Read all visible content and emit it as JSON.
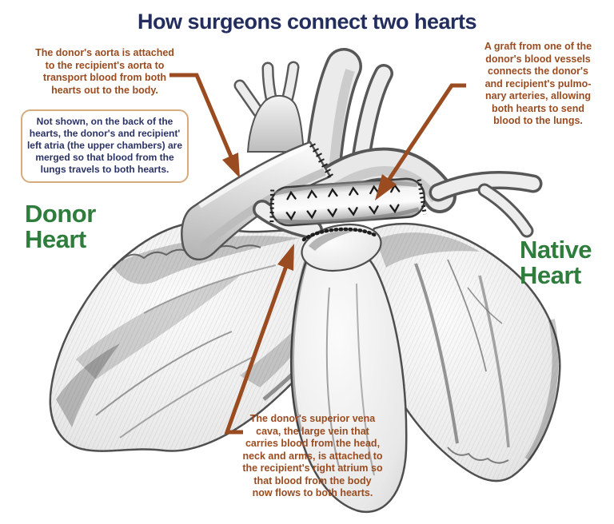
{
  "title": {
    "text": "How surgeons connect two hearts"
  },
  "colors": {
    "title": "#232e5f",
    "annotation": "#9a4c20",
    "label_green": "#2e7d3c",
    "note_border": "#d8ab7e",
    "note_text": "#2b3366",
    "background": "#ffffff"
  },
  "labels": {
    "donor": {
      "lines": [
        "Donor",
        "Heart"
      ]
    },
    "native": {
      "lines": [
        "Native",
        "Heart"
      ]
    }
  },
  "annotations": {
    "aorta": {
      "lines": [
        "The donor's aorta is attached",
        "to the recipient's aorta to",
        "transport blood from both",
        "hearts out to the body."
      ]
    },
    "note_box": {
      "lines": [
        "Not shown, on the back of the",
        "hearts, the donor's and recipient'",
        "left atria (the upper chambers) are",
        "merged so that blood from the",
        "lungs travels to both hearts."
      ]
    },
    "graft": {
      "lines": [
        "A graft from one of the",
        "donor's blood vessels",
        "connects the donor's",
        "and recipient's pulmo-",
        "nary arteries, allowing",
        "both hearts to send",
        "blood to the lungs."
      ]
    },
    "svc": {
      "lines": [
        "The donor's superior vena",
        "cava, the large vein that",
        "carries blood from the head,",
        "neck and arms, is attached to",
        "the recipient's right atrium so",
        "that blood from the body",
        "now flows to both hearts."
      ]
    }
  }
}
